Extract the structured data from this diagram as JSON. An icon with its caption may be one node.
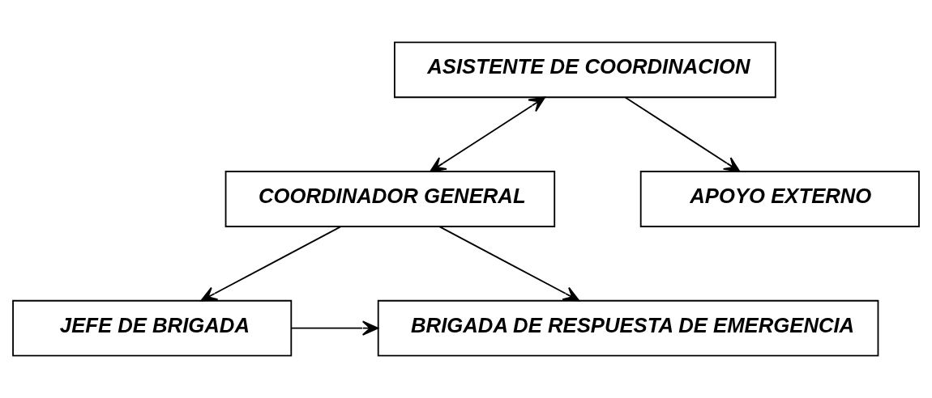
{
  "diagram": {
    "nodes": [
      {
        "text": [
          "COORDINADOR GENERAL"
        ]
      },
      {
        "text": [
          "ASISTENTE DE COORDINACION"
        ]
      },
      {
        "text": [
          "JEFE DE BRIGADA"
        ]
      },
      {
        "text": [
          "BRIGADA DE RESPUESTA DE EMERGENCIA"
        ]
      },
      {
        "text": [
          "APOYO EXTERNO"
        ]
      }
    ],
    "edges": [
      {
        "from": 1,
        "to": 0,
        "arrow": "both"
      },
      {
        "from": 0,
        "to": 2,
        "arrow": "to"
      },
      {
        "from": 0,
        "to": 3,
        "arrow": "to"
      },
      {
        "from": 1,
        "to": 4,
        "arrow": "to"
      },
      {
        "from": 2,
        "to": 3,
        "arrow": "to"
      }
    ]
  }
}
